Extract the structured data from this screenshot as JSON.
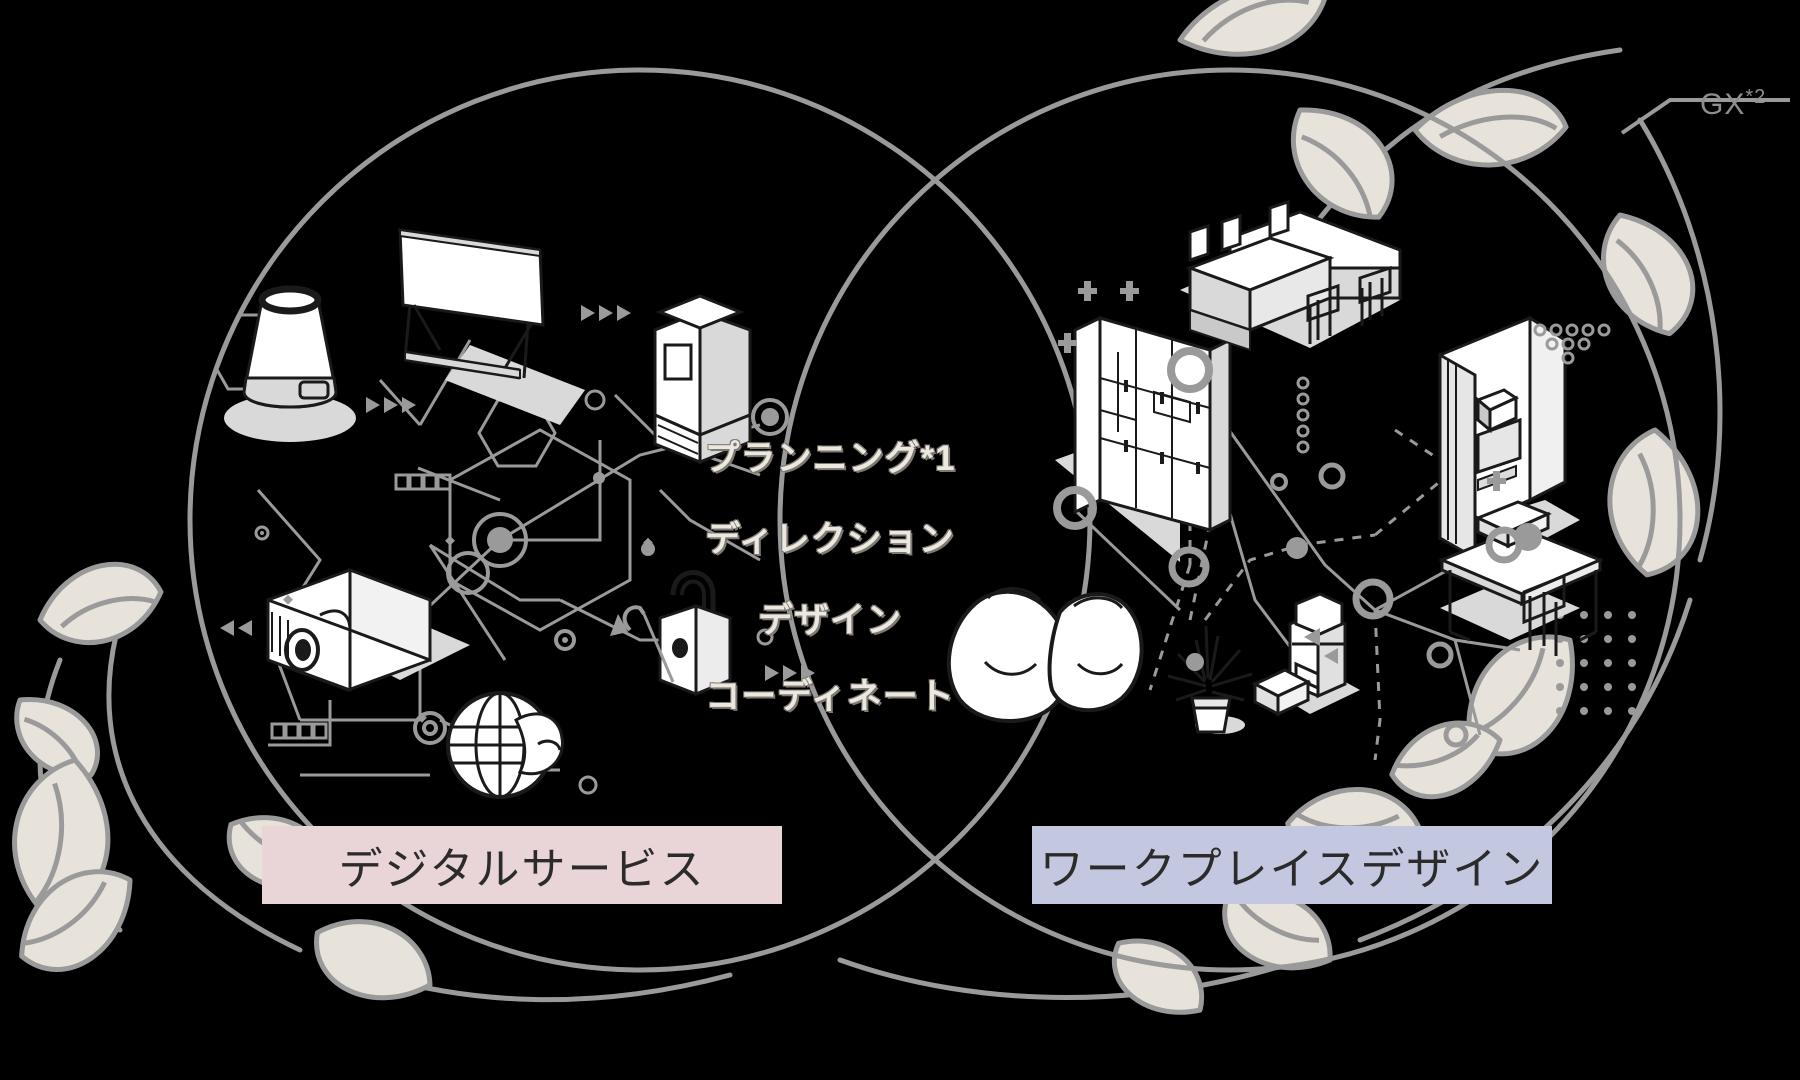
{
  "figure": {
    "type": "venn-diagram-infographic",
    "background_color": "#000000",
    "circle_stroke_color": "#9a9a9a",
    "leaf_fill_color": "#e8e3da",
    "leaf_stroke_color": "#9a9a9a"
  },
  "callout": {
    "label": "GX*2",
    "label_text": "GX",
    "label_sup": "*2",
    "color": "#8e8e8e"
  },
  "circles": [
    {
      "id": "digital-service",
      "banner_label": "デジタルサービス",
      "banner_color": "#e9d4d8",
      "banner_text_color": "#2b2b2b",
      "illustrations": [
        "air-purifier-icon",
        "whiteboard-display-icon",
        "multifunction-printer-icon",
        "projector-icon",
        "padlock-icon",
        "globe-hand-icon",
        "hexagon-node-icon",
        "network-node-icon"
      ]
    },
    {
      "id": "workplace-design",
      "banner_label": "ワークプレイスデザイン",
      "banner_color": "#c3c8e0",
      "banner_text_color": "#2b2b2b",
      "illustrations": [
        "locker-shelving-icon",
        "workstation-desks-icon",
        "phone-booth-pod-icon",
        "bean-bag-seating-icon",
        "potted-plant-icon",
        "coffee-machine-icon",
        "standing-desk-icon",
        "dot-grid-icon"
      ]
    }
  ],
  "overlap_labels": [
    "プランニング*1",
    "ディレクション",
    "デザイン",
    "コーディネート"
  ],
  "overlap_label_color": "#ece7df",
  "overlap_label_outline_color": "#7d7a74"
}
